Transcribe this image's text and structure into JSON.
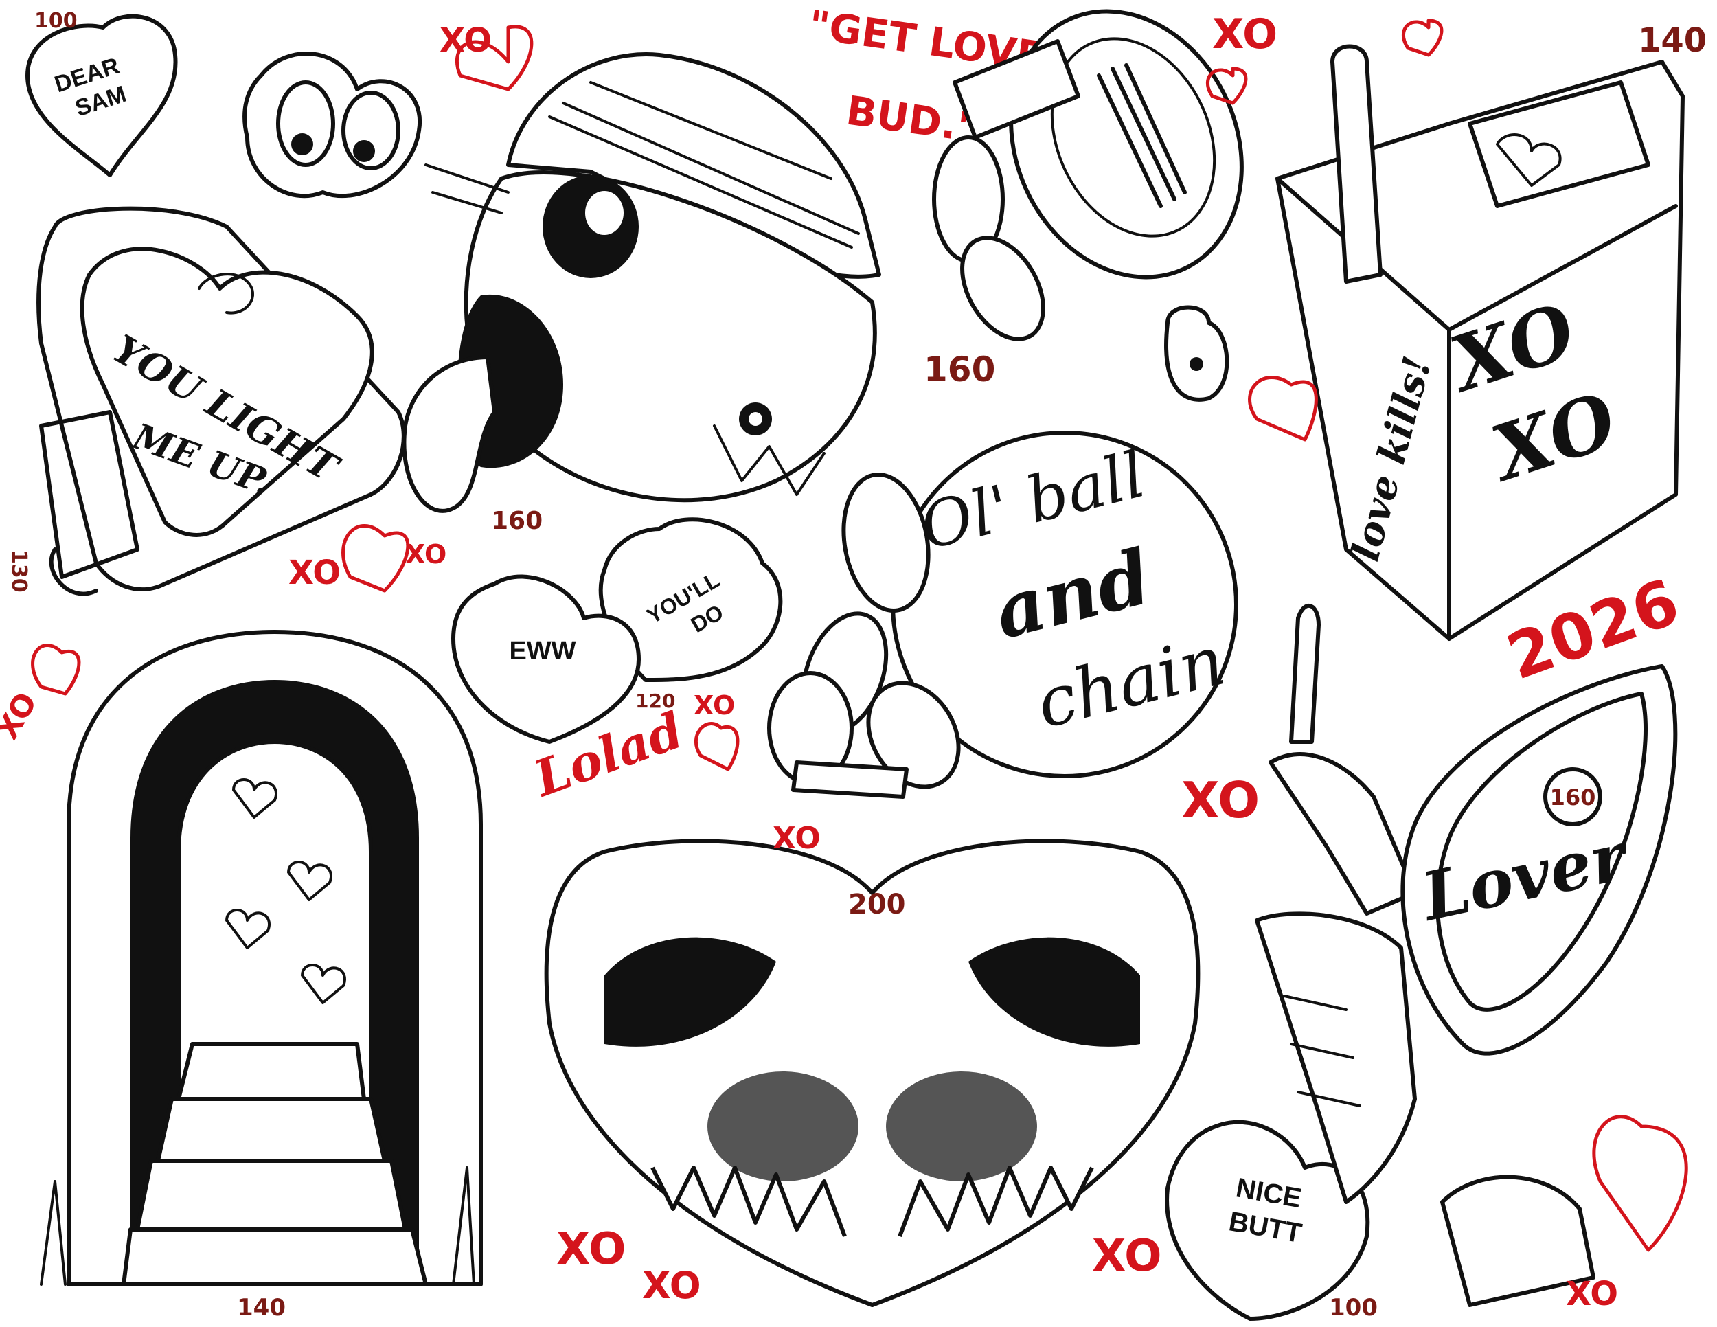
{
  "colors": {
    "ink": "#111111",
    "accent_red": "#d4141c",
    "price": "#7a1a14",
    "paper": "#ffffff"
  },
  "prices": {
    "dear_sam": "100",
    "light_me_up": "130",
    "face": "160",
    "ball_chain": "160",
    "cigarettes": "140",
    "doorway": "140",
    "eww_heart": "120",
    "center_heart": "200",
    "nice_butt": "100",
    "lover": "160"
  },
  "text": {
    "dear_sam_line1": "DEAR",
    "dear_sam_line2": "SAM",
    "light_line1": "YOU LIGHT",
    "light_line2": "ME UP.",
    "get_loved_line1": "\"GET LOVED",
    "get_loved_line2": "BUD.\"",
    "ball_line1": "Ol' ball",
    "ball_line2": "and",
    "ball_line3": "chain",
    "pack_side": "love kills!",
    "pack_front1": "XO",
    "pack_front2": "XO",
    "youll_do_line1": "YOU'LL",
    "youll_do_line2": "DO",
    "eww": "EWW",
    "nice_butt_line1": "NICE",
    "nice_butt_line2": "BUTT",
    "lover": "Lover",
    "year": "2026",
    "signature": "Lolad"
  },
  "xo_marks": [
    "XO",
    "XO",
    "XO",
    "XO",
    "XO",
    "XO",
    "XO",
    "XO",
    "XO",
    "XO",
    "XO",
    "XO"
  ],
  "icons": [
    "heart-icon",
    "candy-heart-icon",
    "lighter-icon",
    "cartoon-face-icon",
    "handcuff-icon",
    "ball-chain-icon",
    "cigarette-pack-icon",
    "doorway-icon",
    "skeleton-hand-icon",
    "planchette-icon"
  ]
}
